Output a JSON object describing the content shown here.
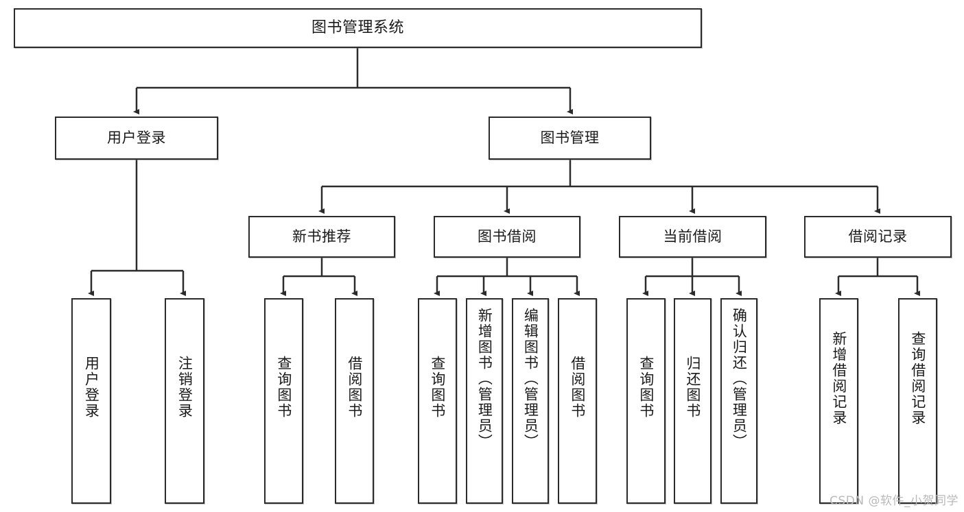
{
  "diagram": {
    "type": "tree",
    "title": "图书管理系统",
    "orientation": "top-down",
    "edge_color": "#2b2b2b",
    "node_border_color": "#2b2b2b",
    "node_fill_color": "#ffffff",
    "text_color": "#1a1a1a"
  },
  "nodes": {
    "root": {
      "label": "图书管理系统",
      "level": 0
    },
    "level1": [
      {
        "id": "user-login",
        "label": "用户登录"
      },
      {
        "id": "book-manage",
        "label": "图书管理"
      }
    ],
    "level2": [
      {
        "id": "new-book-recommend",
        "label": "新书推荐",
        "parent": "book-manage"
      },
      {
        "id": "book-borrow",
        "label": "图书借阅",
        "parent": "book-manage"
      },
      {
        "id": "current-borrow",
        "label": "当前借阅",
        "parent": "book-manage"
      },
      {
        "id": "borrow-record",
        "label": "借阅记录",
        "parent": "book-manage"
      }
    ],
    "leaves": [
      {
        "id": "leaf-user-login",
        "label": "用户登录",
        "parent": "user-login"
      },
      {
        "id": "leaf-logout-login",
        "label": "注销登录",
        "parent": "user-login"
      },
      {
        "id": "leaf-query-book-1",
        "label": "查询图书",
        "parent": "new-book-recommend"
      },
      {
        "id": "leaf-borrow-book-1",
        "label": "借阅图书",
        "parent": "new-book-recommend"
      },
      {
        "id": "leaf-query-book-2",
        "label": "查询图书",
        "parent": "book-borrow"
      },
      {
        "id": "leaf-add-book",
        "label": "新增图书（管理员）",
        "parent": "book-borrow"
      },
      {
        "id": "leaf-edit-book",
        "label": "编辑图书（管理员）",
        "parent": "book-borrow"
      },
      {
        "id": "leaf-borrow-book-2",
        "label": "借阅图书",
        "parent": "book-borrow"
      },
      {
        "id": "leaf-query-book-3",
        "label": "查询图书",
        "parent": "current-borrow"
      },
      {
        "id": "leaf-return-book",
        "label": "归还图书",
        "parent": "current-borrow"
      },
      {
        "id": "leaf-confirm-return",
        "label": "确认归还（管理员）",
        "parent": "current-borrow"
      },
      {
        "id": "leaf-add-record",
        "label": "新增借阅记录",
        "parent": "borrow-record"
      },
      {
        "id": "leaf-query-record",
        "label": "查询借阅记录",
        "parent": "borrow-record"
      }
    ]
  },
  "watermark": {
    "text": "CSDN @软件_小贺同学"
  }
}
